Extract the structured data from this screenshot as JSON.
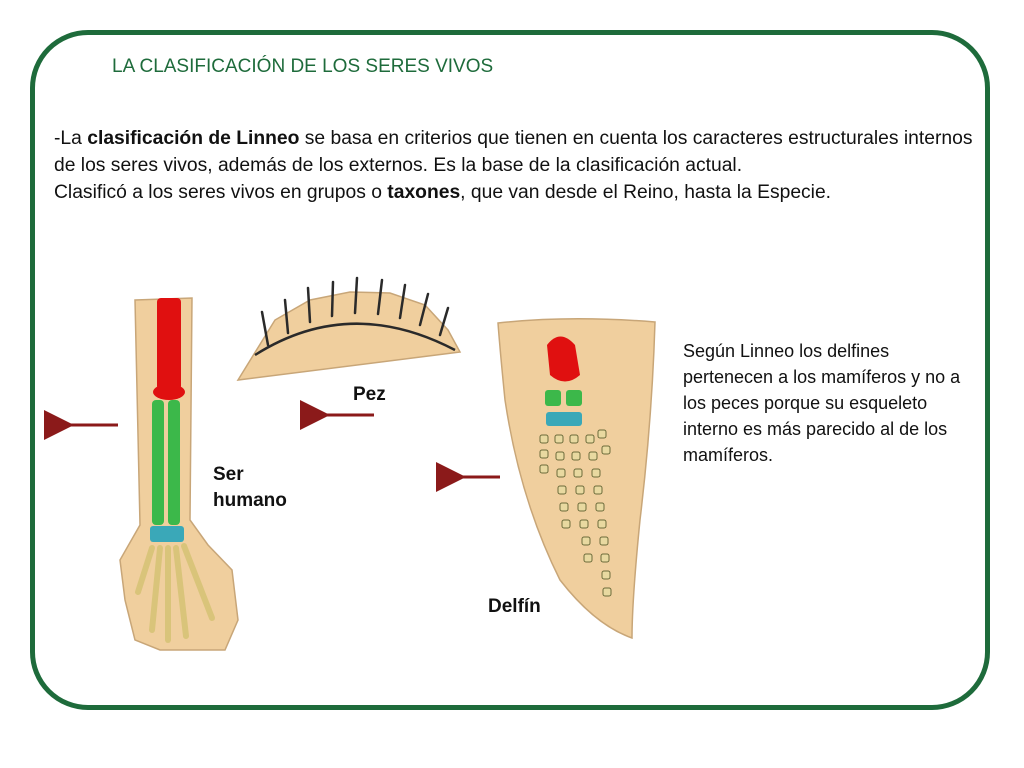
{
  "title": "LA CLASIFICACIÓN DE LOS SERES VIVOS",
  "paragraph1": {
    "prefix": "-La ",
    "bold": "clasificación de Linneo",
    "rest": " se basa en criterios que tienen en cuenta los caracteres estructurales internos de los seres vivos, además de los externos. Es la base de la clasificación actual."
  },
  "paragraph2": {
    "prefix": "Clasificó a los seres vivos en grupos o ",
    "bold": "taxones",
    "rest": ", que van desde el Reino, hasta la Especie."
  },
  "side_text": "Según Linneo los delfines pertenecen a los mamíferos y no a los peces porque su esqueleto interno es más parecido al de los mamíferos.",
  "labels": {
    "pez": "Pez",
    "ser_line1": "Ser",
    "ser_line2": "humano",
    "delfin": "Delfín"
  },
  "colors": {
    "frame": "#1e6b3b",
    "arrow": "#8b1a1a",
    "humerus": "#e01010",
    "forearm": "#3cb84a",
    "wrist": "#3aa8b8",
    "digits": "#e8d9a0",
    "skin": "#f0cf9e"
  }
}
